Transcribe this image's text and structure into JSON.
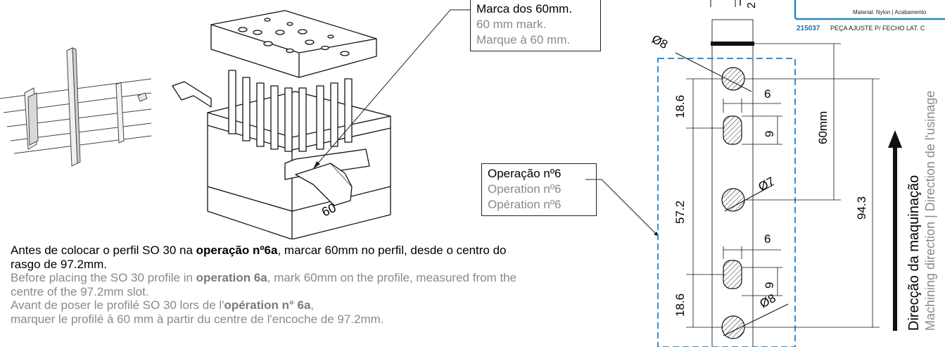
{
  "callouts": {
    "mark60": {
      "pt": "Marca dos 60mm.",
      "en": "60 mm mark.",
      "fr": "Marque à 60 mm."
    },
    "operation6": {
      "pt": "Operação nº6",
      "en": "Operation nº6",
      "fr": "Opération nº6"
    }
  },
  "instructions": {
    "pt_before": "Antes de colocar o perfil SO 30 na ",
    "pt_bold": "operação nº6a",
    "pt_after": ", marcar 60mm no perfil, desde o centro do rasgo de 97.2mm.",
    "en_before": "Before placing the SO 30 profile in ",
    "en_bold": "operation 6a",
    "en_after": ", mark 60mm on the profile, measured from the centre of the 97.2mm slot.",
    "fr_line1_before": " Avant de poser le profilé SO 30 lors de l'",
    "fr_bold": "opération n° 6a",
    "fr_line1_after": ",",
    "fr_line2": "marquer le profilé à 60 mm à partir du centre de l'encoche de 97.2mm."
  },
  "part_label": {
    "material": "Material: Nylon | Acabamento",
    "code": "215037",
    "name": "PEÇA AJUSTE P/ FECHO LAT. C"
  },
  "dimensions": {
    "d8_top": "Ø8",
    "d7": "Ø7",
    "d8_bottom": "Ø8",
    "w6_top": "6",
    "w6_bottom": "6",
    "h9_top": "9",
    "h9_bottom": "9",
    "v18_6_top": "18.6",
    "v57_2": "57.2",
    "v18_6_bottom": "18.6",
    "v60mm": "60mm",
    "v94_3": "94.3",
    "top_2": "2",
    "mold_mark": "60"
  },
  "direction": {
    "pt": "Direcção da maquinação",
    "en_fr": "Machining direction | Direction de l'usinage"
  },
  "colors": {
    "dashed_frame": "#3a8fd0",
    "secondary_text": "#8a8a8a",
    "label_blue": "#1f6fb3"
  }
}
